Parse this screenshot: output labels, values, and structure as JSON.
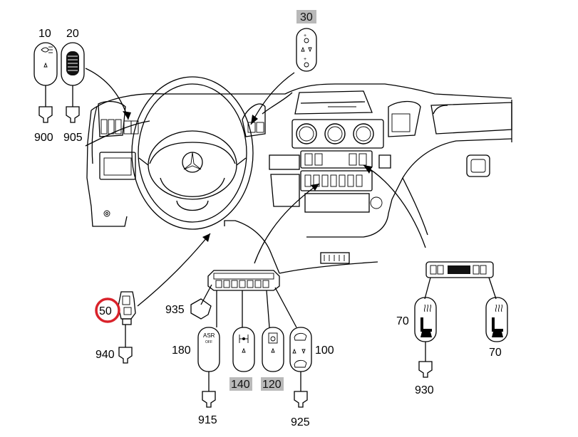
{
  "colors": {
    "highlight_box": "#b9b9b9",
    "circle_mark": "#d9222a",
    "ink": "#000000"
  },
  "labels": {
    "part_10": "10",
    "part_20": "20",
    "part_30": "30",
    "part_50": "50",
    "part_70_left": "70",
    "part_70_right": "70",
    "part_100": "100",
    "part_120": "120",
    "part_140": "140",
    "part_180": "180",
    "part_900": "900",
    "part_905": "905",
    "part_915": "915",
    "part_925": "925",
    "part_930": "930",
    "part_935": "935",
    "part_940": "940"
  },
  "switch_text": {
    "asr": "ASR",
    "asr_off": "OFF"
  },
  "highlighted": [
    "30",
    "140",
    "120"
  ],
  "circled": "50",
  "icons": [
    "fog-lamp-icon",
    "heated-rear-window-icon",
    "fan-speed-icon",
    "seat-heater-icon",
    "diff-lock-icon",
    "window-heat-icon",
    "mirror-adjust-icon",
    "mercedes-star-icon"
  ]
}
